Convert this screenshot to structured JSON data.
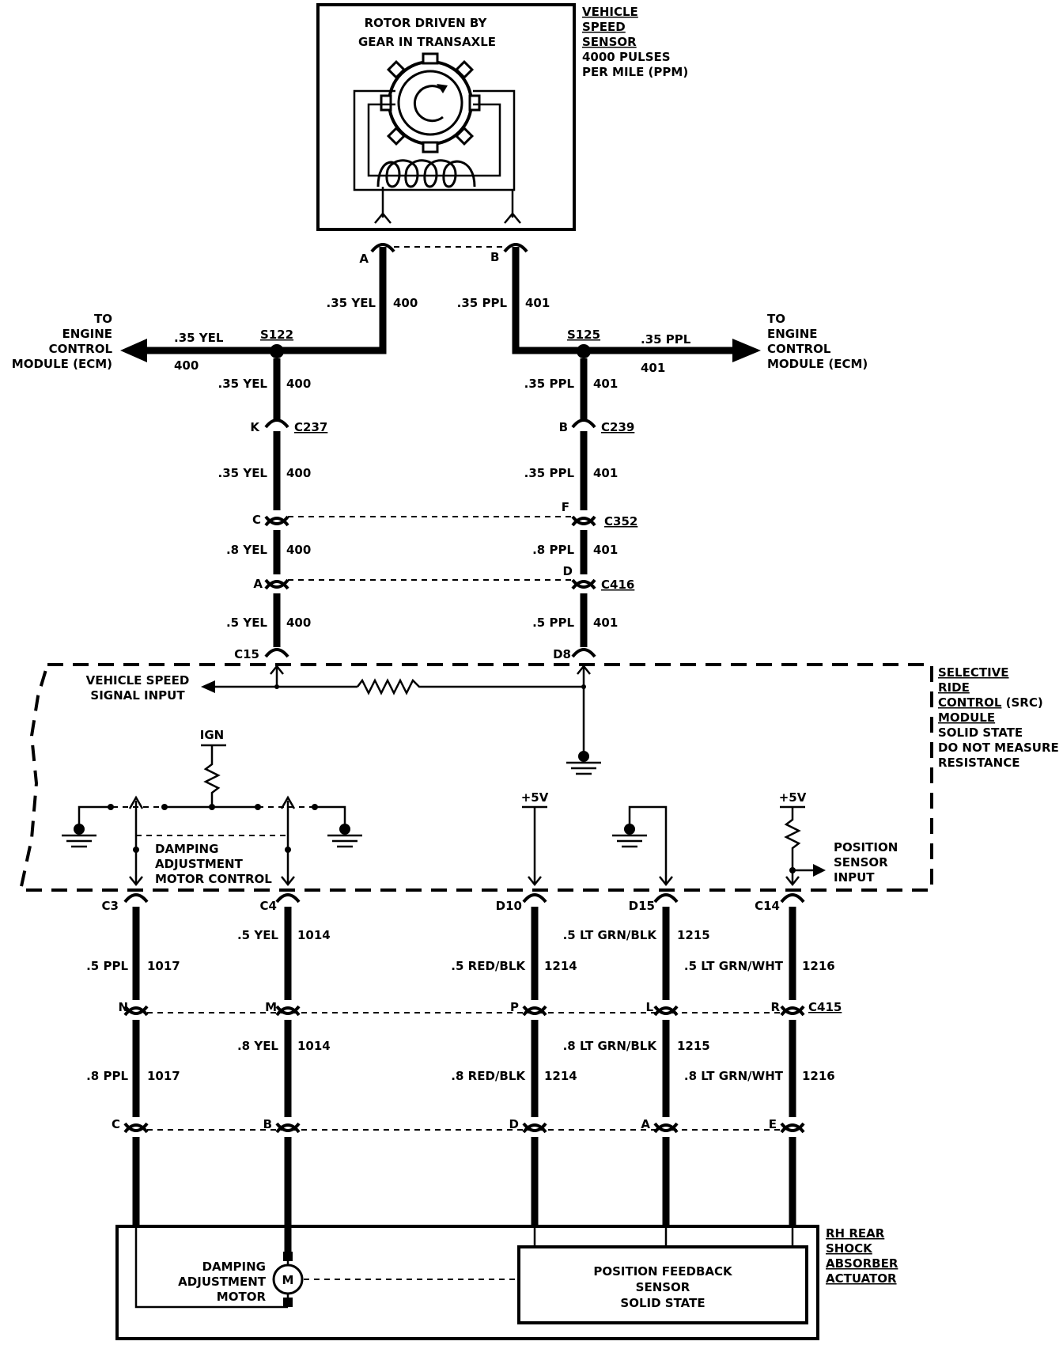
{
  "sensor": {
    "rotor_line1": "ROTOR DRIVEN BY",
    "rotor_line2": "GEAR IN TRANSAXLE",
    "name1": "VEHICLE",
    "name2": "SPEED",
    "name3": "SENSOR",
    "spec1": "4000 PULSES",
    "spec2": "PER MILE (PPM)",
    "pin_a": "A",
    "pin_b": "B"
  },
  "ecm": {
    "left": [
      "TO",
      "ENGINE",
      "CONTROL",
      "MODULE (ECM)"
    ],
    "right": [
      "TO",
      "ENGINE",
      "CONTROL",
      "MODULE (ECM)"
    ]
  },
  "splices": {
    "s122": "S122",
    "s125": "S125"
  },
  "wires_top": {
    "a_gauge": ".35 YEL",
    "a_circuit": "400",
    "b_gauge": ".35 PPL",
    "b_circuit": "401",
    "left_ecm_gauge": ".35 YEL",
    "left_ecm_circuit": "400",
    "right_ecm_gauge": ".35 PPL",
    "right_ecm_circuit": "401"
  },
  "left_column": {
    "seg1_gauge": ".35 YEL",
    "seg1_circuit": "400",
    "seg2_gauge": ".35 YEL",
    "seg2_circuit": "400",
    "seg3_gauge": ".8 YEL",
    "seg3_circuit": "400",
    "seg4_gauge": ".5 YEL",
    "seg4_circuit": "400",
    "k_pin": "K",
    "c237": "C237",
    "c_pin": "C",
    "a_pin": "A",
    "c15": "C15"
  },
  "right_column": {
    "seg1_gauge": ".35 PPL",
    "seg1_circuit": "401",
    "seg2_gauge": ".35 PPL",
    "seg2_circuit": "401",
    "seg3_gauge": ".8 PPL",
    "seg3_circuit": "401",
    "seg4_gauge": ".5 PPL",
    "seg4_circuit": "401",
    "b_pin": "B",
    "c239": "C239",
    "f_pin": "F",
    "c352": "C352",
    "d_pin": "D",
    "c416": "C416",
    "d8": "D8"
  },
  "src_module": {
    "vss_input1": "VEHICLE SPEED",
    "vss_input2": "SIGNAL INPUT",
    "name1": "SELECTIVE",
    "name2": "RIDE",
    "name3": "CONTROL",
    "name3b": " (SRC)",
    "name4": "MODULE",
    "note1": "SOLID STATE",
    "note2": "DO NOT MEASURE",
    "note3": "RESISTANCE",
    "ign": "IGN",
    "damp1": "DAMPING",
    "damp2": "ADJUSTMENT",
    "damp3": "MOTOR CONTROL",
    "plus5_1": "+5V",
    "plus5_2": "+5V",
    "pos1": "POSITION",
    "pos2": "SENSOR",
    "pos3": "INPUT"
  },
  "lower_circuits": [
    {
      "top_pin": "C3",
      "g1": ".5 PPL",
      "c1": "1017",
      "mid_pin": "N",
      "g2": ".8 PPL",
      "c2": "1017",
      "bot_pin": "C"
    },
    {
      "top_pin": "C4",
      "g1": ".5 YEL",
      "c1": "1014",
      "mid_pin": "M",
      "g2": ".8 YEL",
      "c2": "1014",
      "bot_pin": "B"
    },
    {
      "top_pin": "D10",
      "g1": ".5 RED/BLK",
      "c1": "1214",
      "mid_pin": "P",
      "g2": ".8 RED/BLK",
      "c2": "1214",
      "bot_pin": "D"
    },
    {
      "top_pin": "D15",
      "g1": ".5 LT GRN/BLK",
      "c1": "1215",
      "mid_pin": "L",
      "g2": ".8 LT GRN/BLK",
      "c2": "1215",
      "bot_pin": "A"
    },
    {
      "top_pin": "C14",
      "g1": ".5 LT GRN/WHT",
      "c1": "1216",
      "mid_pin": "R",
      "g2": ".8 LT GRN/WHT",
      "c2": "1216",
      "bot_pin": "E"
    }
  ],
  "c415": "C415",
  "actuator": {
    "motor1": "DAMPING",
    "motor2": "ADJUSTMENT",
    "motor3": "MOTOR",
    "motor_symbol": "M",
    "pfs1": "POSITION FEEDBACK",
    "pfs2": "SENSOR",
    "pfs3": "SOLID STATE",
    "name1": "RH REAR",
    "name2": "SHOCK",
    "name3": "ABSORBER",
    "name4": "ACTUATOR"
  }
}
